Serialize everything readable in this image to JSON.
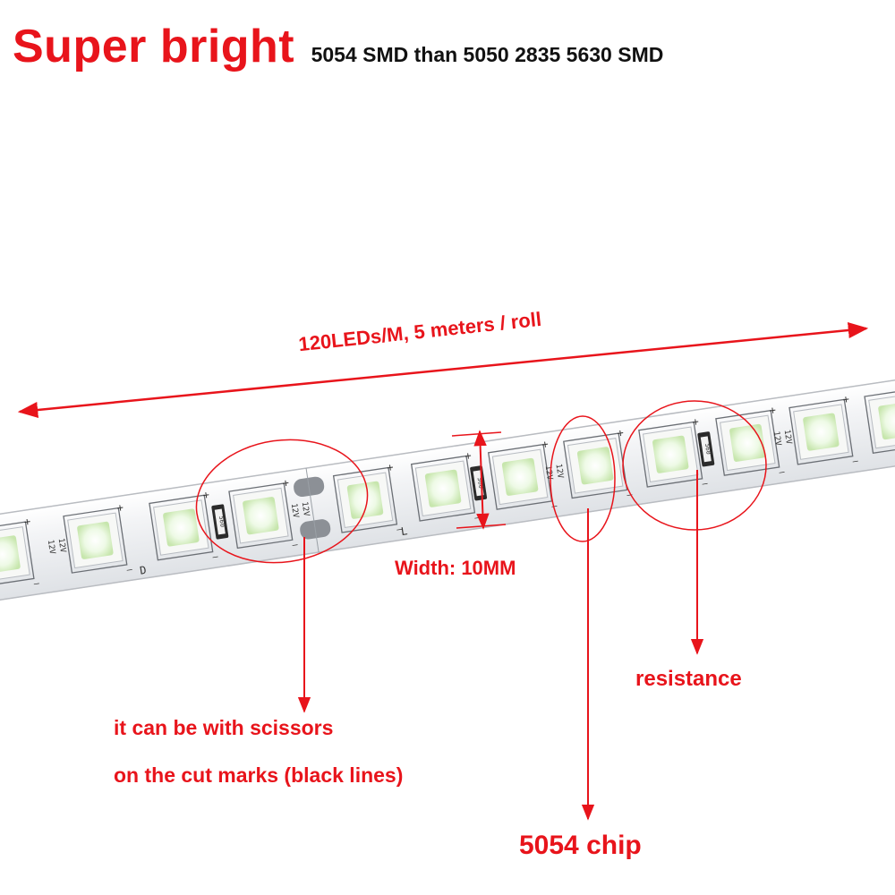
{
  "title": {
    "main": "Super bright",
    "sub": "5054 SMD than 5050 2835 5630 SMD"
  },
  "labels": {
    "length": "120LEDs/M, 5 meters / roll",
    "width": "Width: 10MM",
    "cut_line1": "it can be with scissors",
    "cut_line2": "on the cut marks (black lines)",
    "resistance": "resistance",
    "chip": "5054 chip"
  },
  "strip_marks": {
    "voltage": "12V",
    "resistor_code": "560",
    "plus": "+",
    "minus": "—",
    "letter_d": "D",
    "letter_l": "L"
  },
  "colors": {
    "annotation_red": "#e8141b",
    "strip_board": "#eceef0",
    "led_light": "#f4f8f2",
    "led_glow": "#d8f0c0"
  }
}
